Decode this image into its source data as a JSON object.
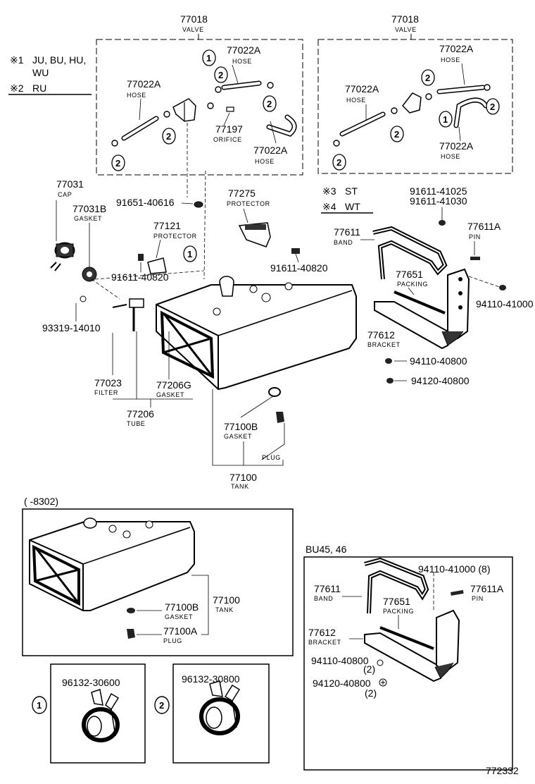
{
  "notes": [
    {
      "mark": "※1",
      "text": "JU, BU, HU,"
    },
    {
      "mark": "",
      "text": "WU"
    },
    {
      "mark": "※2",
      "text": "RU"
    },
    {
      "mark": "※3",
      "text": "ST"
    },
    {
      "mark": "※4",
      "text": "WT"
    }
  ],
  "callout_markers": [
    "1",
    "2"
  ],
  "parts": {
    "valve_left": {
      "no": "77018",
      "name": "VALVE"
    },
    "valve_right": {
      "no": "77018",
      "name": "VALVE"
    },
    "hose_a1": {
      "no": "77022A",
      "name": "HOSE"
    },
    "hose_a2": {
      "no": "77022A",
      "name": "HOSE"
    },
    "hose_a3": {
      "no": "77022A",
      "name": "HOSE"
    },
    "hose_b1": {
      "no": "77022A",
      "name": "HOSE"
    },
    "hose_b2": {
      "no": "77022A",
      "name": "HOSE"
    },
    "hose_b3": {
      "no": "77022A",
      "name": "HOSE"
    },
    "orifice": {
      "no": "77197",
      "name": "ORIFICE"
    },
    "cap": {
      "no": "77031",
      "name": "CAP"
    },
    "cap_gasket": {
      "no": "77031B",
      "name": "GASKET"
    },
    "bolt_91651": {
      "no": "91651-40616"
    },
    "protector_77275": {
      "no": "77275",
      "name": "PROTECTOR"
    },
    "protector_77121": {
      "no": "77121",
      "name": "PROTECTOR"
    },
    "bolt_91611_a": {
      "no": "91611-40820"
    },
    "bolt_91611_b": {
      "no": "91611-40820"
    },
    "screw_93319": {
      "no": "93319-14010"
    },
    "filter": {
      "no": "77023",
      "name": "FILTER"
    },
    "tube_gasket": {
      "no": "77206G",
      "name": "GASKET"
    },
    "tube": {
      "no": "77206",
      "name": "TUBE"
    },
    "tank": {
      "no": "77100",
      "name": "TANK"
    },
    "tank_gasket": {
      "no": "77100B",
      "name": "GASKET"
    },
    "tank_plug": {
      "name": "PLUG"
    },
    "bolt_91611_41025": {
      "no": "91611-41025"
    },
    "bolt_91611_41030": {
      "no": "91611-41030"
    },
    "band": {
      "no": "77611",
      "name": "BAND"
    },
    "pin": {
      "no": "77611A",
      "name": "PIN"
    },
    "packing": {
      "no": "77651",
      "name": "PACKING"
    },
    "nut_94110_41000": {
      "no": "94110-41000"
    },
    "bracket": {
      "no": "77612",
      "name": "BRACKET"
    },
    "nut_94110_40800": {
      "no": "94110-40800"
    },
    "washer_94120_40800": {
      "no": "94120-40800"
    }
  },
  "inset_early": {
    "label": "(      -8302)",
    "tank": {
      "no": "77100",
      "name": "TANK"
    },
    "gasket": {
      "no": "77100B",
      "name": "GASKET"
    },
    "plug": {
      "no": "77100A",
      "name": "PLUG"
    }
  },
  "inset_bu": {
    "label": "BU45, 46",
    "nut_a": {
      "no": "94110-41000 (8)"
    },
    "band": {
      "no": "77611",
      "name": "BAND"
    },
    "pin": {
      "no": "77611A",
      "name": "PIN"
    },
    "packing": {
      "no": "77651",
      "name": "PACKING"
    },
    "bracket": {
      "no": "77612",
      "name": "BRACKET"
    },
    "nut_b": {
      "no": "94110-40800",
      "qty": "(2)"
    },
    "washer": {
      "no": "94120-40800",
      "qty": "(2)"
    }
  },
  "clamps": [
    {
      "marker": "1",
      "no": "96132-30600"
    },
    {
      "marker": "2",
      "no": "96132-30800"
    }
  ],
  "figure_id": "772332"
}
